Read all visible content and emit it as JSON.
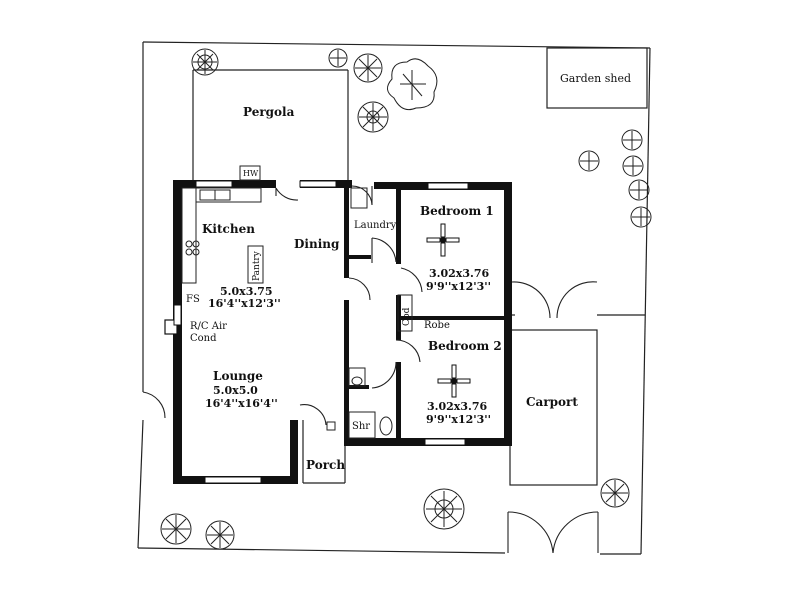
{
  "outdoor": {
    "pergola": "Pergola",
    "garden_shed": "Garden shed",
    "carport": "Carport",
    "porch": "Porch"
  },
  "fixtures": {
    "hw": "HW",
    "laundry": "Laundry",
    "pantry": "Pantry",
    "fs": "FS",
    "rc_air_cond_line1": "R/C Air",
    "rc_air_cond_line2": "Cond",
    "cbd": "Cbd",
    "robe": "Robe",
    "shr": "Shr"
  },
  "rooms": {
    "kitchen": {
      "name": "Kitchen",
      "metric": "5.0x3.75",
      "imperial": "16'4''x12'3''"
    },
    "dining": {
      "name": "Dining"
    },
    "lounge": {
      "name": "Lounge",
      "metric": "5.0x5.0",
      "imperial": "16'4''x16'4''"
    },
    "bedroom1": {
      "name": "Bedroom  1",
      "metric": "3.02x3.76",
      "imperial": "9'9''x12'3''"
    },
    "bedroom2": {
      "name": "Bedroom  2",
      "metric": "3.02x3.76",
      "imperial": "9'9''x12'3''"
    }
  }
}
